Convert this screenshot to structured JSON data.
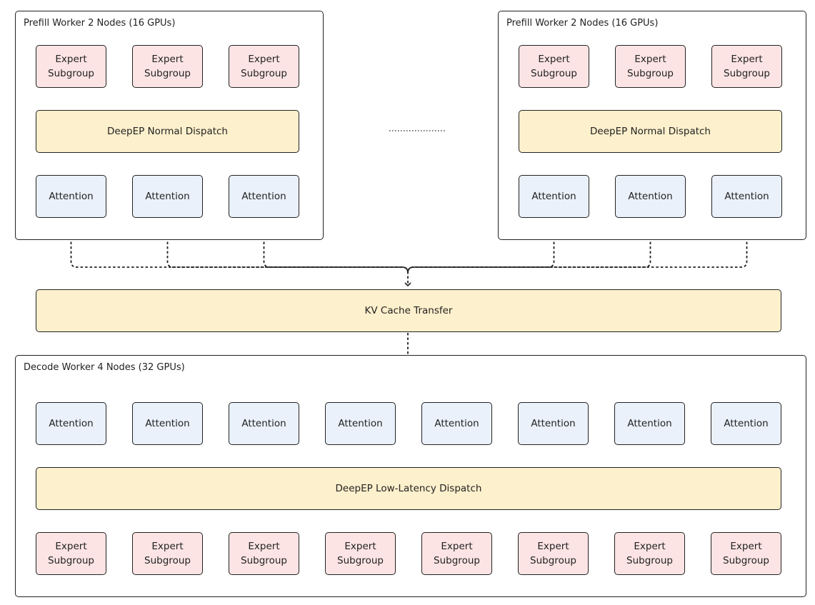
{
  "prefill_left": {
    "title": "Prefill Worker 2 Nodes (16 GPUs)",
    "experts": [
      {
        "line1": "Expert",
        "line2": "Subgroup"
      },
      {
        "line1": "Expert",
        "line2": "Subgroup"
      },
      {
        "line1": "Expert",
        "line2": "Subgroup"
      }
    ],
    "dispatch": "DeepEP Normal Dispatch",
    "attention": [
      "Attention",
      "Attention",
      "Attention"
    ]
  },
  "prefill_right": {
    "title": "Prefill Worker 2 Nodes (16 GPUs)",
    "experts": [
      {
        "line1": "Expert",
        "line2": "Subgroup"
      },
      {
        "line1": "Expert",
        "line2": "Subgroup"
      },
      {
        "line1": "Expert",
        "line2": "Subgroup"
      }
    ],
    "dispatch": "DeepEP Normal Dispatch",
    "attention": [
      "Attention",
      "Attention",
      "Attention"
    ]
  },
  "kv_cache": "KV Cache Transfer",
  "decode": {
    "title": "Decode Worker 4 Nodes (32 GPUs)",
    "attention": [
      "Attention",
      "Attention",
      "Attention",
      "Attention",
      "Attention",
      "Attention",
      "Attention",
      "Attention"
    ],
    "dispatch": "DeepEP Low-Latency Dispatch",
    "experts": [
      {
        "line1": "Expert",
        "line2": "Subgroup"
      },
      {
        "line1": "Expert",
        "line2": "Subgroup"
      },
      {
        "line1": "Expert",
        "line2": "Subgroup"
      },
      {
        "line1": "Expert",
        "line2": "Subgroup"
      },
      {
        "line1": "Expert",
        "line2": "Subgroup"
      },
      {
        "line1": "Expert",
        "line2": "Subgroup"
      },
      {
        "line1": "Expert",
        "line2": "Subgroup"
      },
      {
        "line1": "Expert",
        "line2": "Subgroup"
      }
    ]
  },
  "colors": {
    "expert_fill": "#fde4e4",
    "attention_fill": "#eaf1fb",
    "dispatch_fill": "#fdf0cc",
    "border": "#222222"
  }
}
